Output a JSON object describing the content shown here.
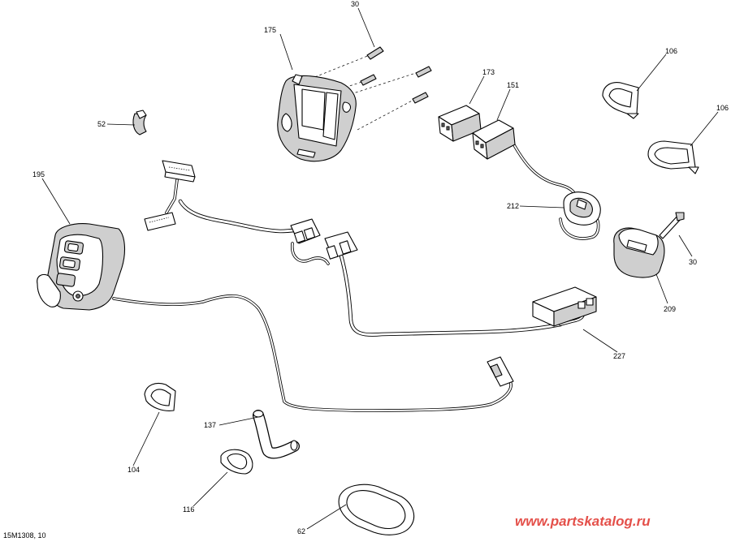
{
  "diagram": {
    "code": "15M1308, 10",
    "watermark": "www.partskatalog.ru",
    "callouts": {
      "c30_top": "30",
      "c175": "175",
      "c52": "52",
      "c173": "173",
      "c151": "151",
      "c106_a": "106",
      "c106_b": "106",
      "c195": "195",
      "c212": "212",
      "c30_right": "30",
      "c209": "209",
      "c227": "227",
      "c137": "137",
      "c104": "104",
      "c116": "116",
      "c62": "62"
    }
  }
}
